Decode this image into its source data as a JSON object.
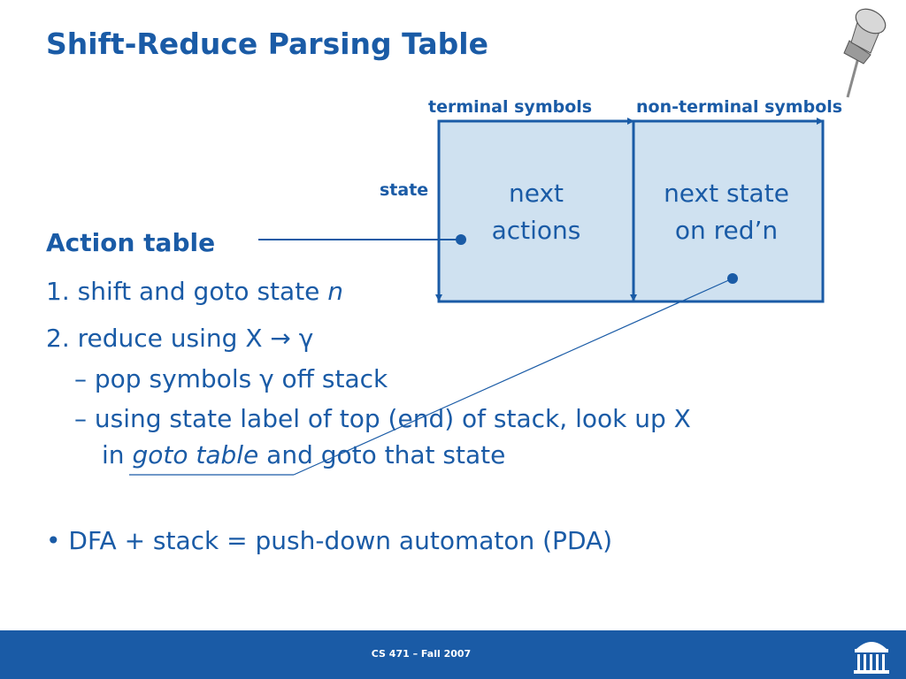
{
  "slide": {
    "title": "Shift-Reduce Parsing Table",
    "diagram": {
      "terminal_label": "terminal symbols",
      "nonterminal_label": "non-terminal symbols",
      "state_label": "state",
      "left_cell_line1": "next",
      "left_cell_line2": "actions",
      "right_cell_line1": "next state",
      "right_cell_line2": "on red’n"
    },
    "action_table": {
      "heading": "Action table",
      "item1_text": "1. shift and goto state ",
      "item1_var": "n",
      "item2": "2. reduce using X → γ",
      "sub1": "– pop symbols γ off stack",
      "sub2_line1": "– using state label of top (end) of stack, look up X",
      "sub2_pre": "in ",
      "sub2_link": "goto table",
      "sub2_post": " and goto that state"
    },
    "bullet": "• DFA + stack = push-down automaton (PDA)"
  },
  "footer": {
    "text": "CS 471 – Fall 2007"
  },
  "colors": {
    "accent": "#1a5ba6",
    "cell_fill": "#cfe1f0",
    "footer_bg": "#1a5ba6"
  },
  "icons": [
    "pushpin-icon",
    "rotunda-logo-icon"
  ]
}
